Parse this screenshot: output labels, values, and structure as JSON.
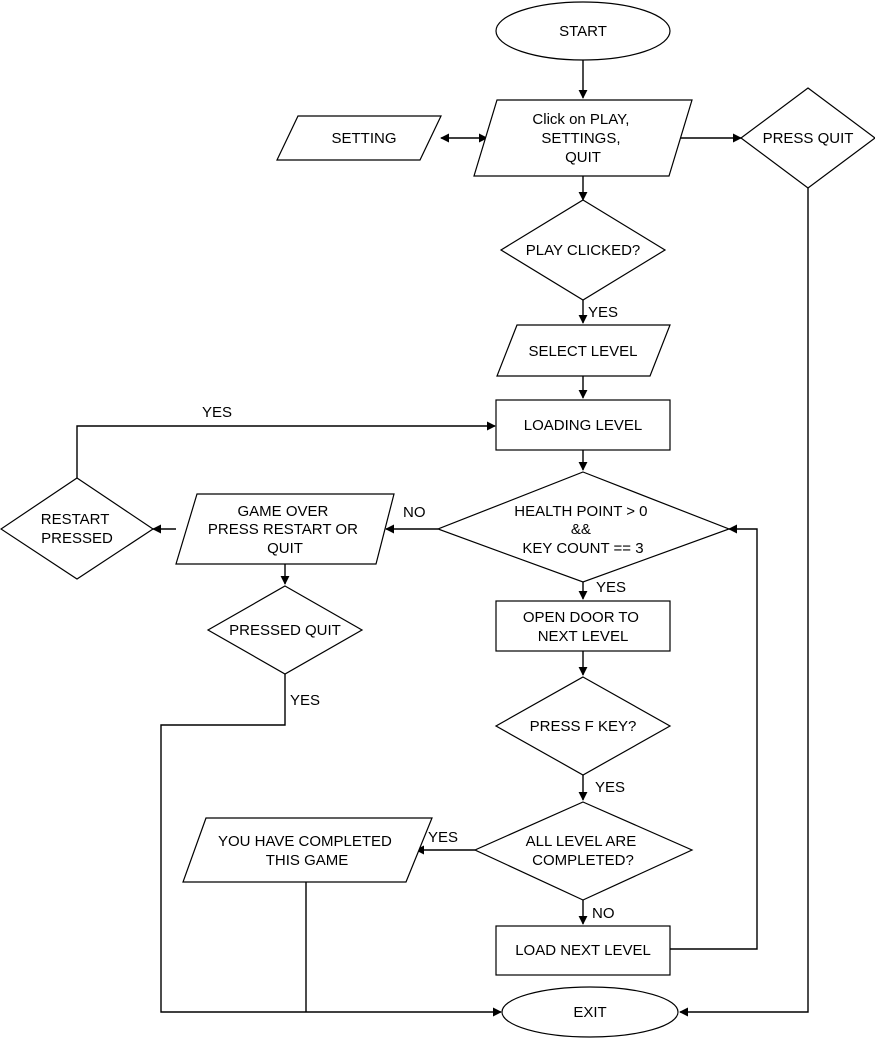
{
  "nodes": {
    "start": {
      "shape": "terminal",
      "lines": [
        "START"
      ]
    },
    "menu": {
      "shape": "input-output",
      "lines": [
        "Click on PLAY,",
        "SETTINGS,",
        "QUIT"
      ]
    },
    "setting": {
      "shape": "input-output",
      "lines": [
        "SETTING"
      ]
    },
    "press_quit": {
      "shape": "decision",
      "lines": [
        "PRESS QUIT"
      ]
    },
    "play_clicked": {
      "shape": "decision",
      "lines": [
        "PLAY CLICKED?"
      ]
    },
    "select_level": {
      "shape": "input-output",
      "lines": [
        "SELECT LEVEL"
      ]
    },
    "loading_level": {
      "shape": "process",
      "lines": [
        "LOADING LEVEL"
      ]
    },
    "health_check": {
      "shape": "decision",
      "lines": [
        "HEALTH POINT > 0",
        "&&",
        "KEY COUNT == 3"
      ]
    },
    "game_over": {
      "shape": "input-output",
      "lines": [
        "GAME OVER",
        "PRESS RESTART OR",
        "QUIT"
      ]
    },
    "restart_pressed": {
      "shape": "decision",
      "lines": [
        "RESTART",
        "PRESSED"
      ]
    },
    "pressed_quit": {
      "shape": "decision",
      "lines": [
        "PRESSED QUIT"
      ]
    },
    "open_door": {
      "shape": "process",
      "lines": [
        "OPEN DOOR TO",
        "NEXT LEVEL"
      ]
    },
    "press_f": {
      "shape": "decision",
      "lines": [
        "PRESS F KEY?"
      ]
    },
    "all_completed": {
      "shape": "decision",
      "lines": [
        "ALL LEVEL ARE",
        "COMPLETED?"
      ]
    },
    "completed_game": {
      "shape": "input-output",
      "lines": [
        "YOU HAVE COMPLETED",
        "THIS GAME"
      ]
    },
    "load_next": {
      "shape": "process",
      "lines": [
        "LOAD NEXT LEVEL"
      ]
    },
    "exit": {
      "shape": "terminal",
      "lines": [
        "EXIT"
      ]
    }
  },
  "edge_labels": {
    "play_yes": "YES",
    "restart_yes": "YES",
    "health_no": "NO",
    "health_yes": "YES",
    "quit_yes": "YES",
    "press_f_yes": "YES",
    "completed_yes": "YES",
    "completed_no": "NO"
  },
  "colors": {
    "stroke": "#000000",
    "fill": "#ffffff",
    "text": "#000000"
  }
}
